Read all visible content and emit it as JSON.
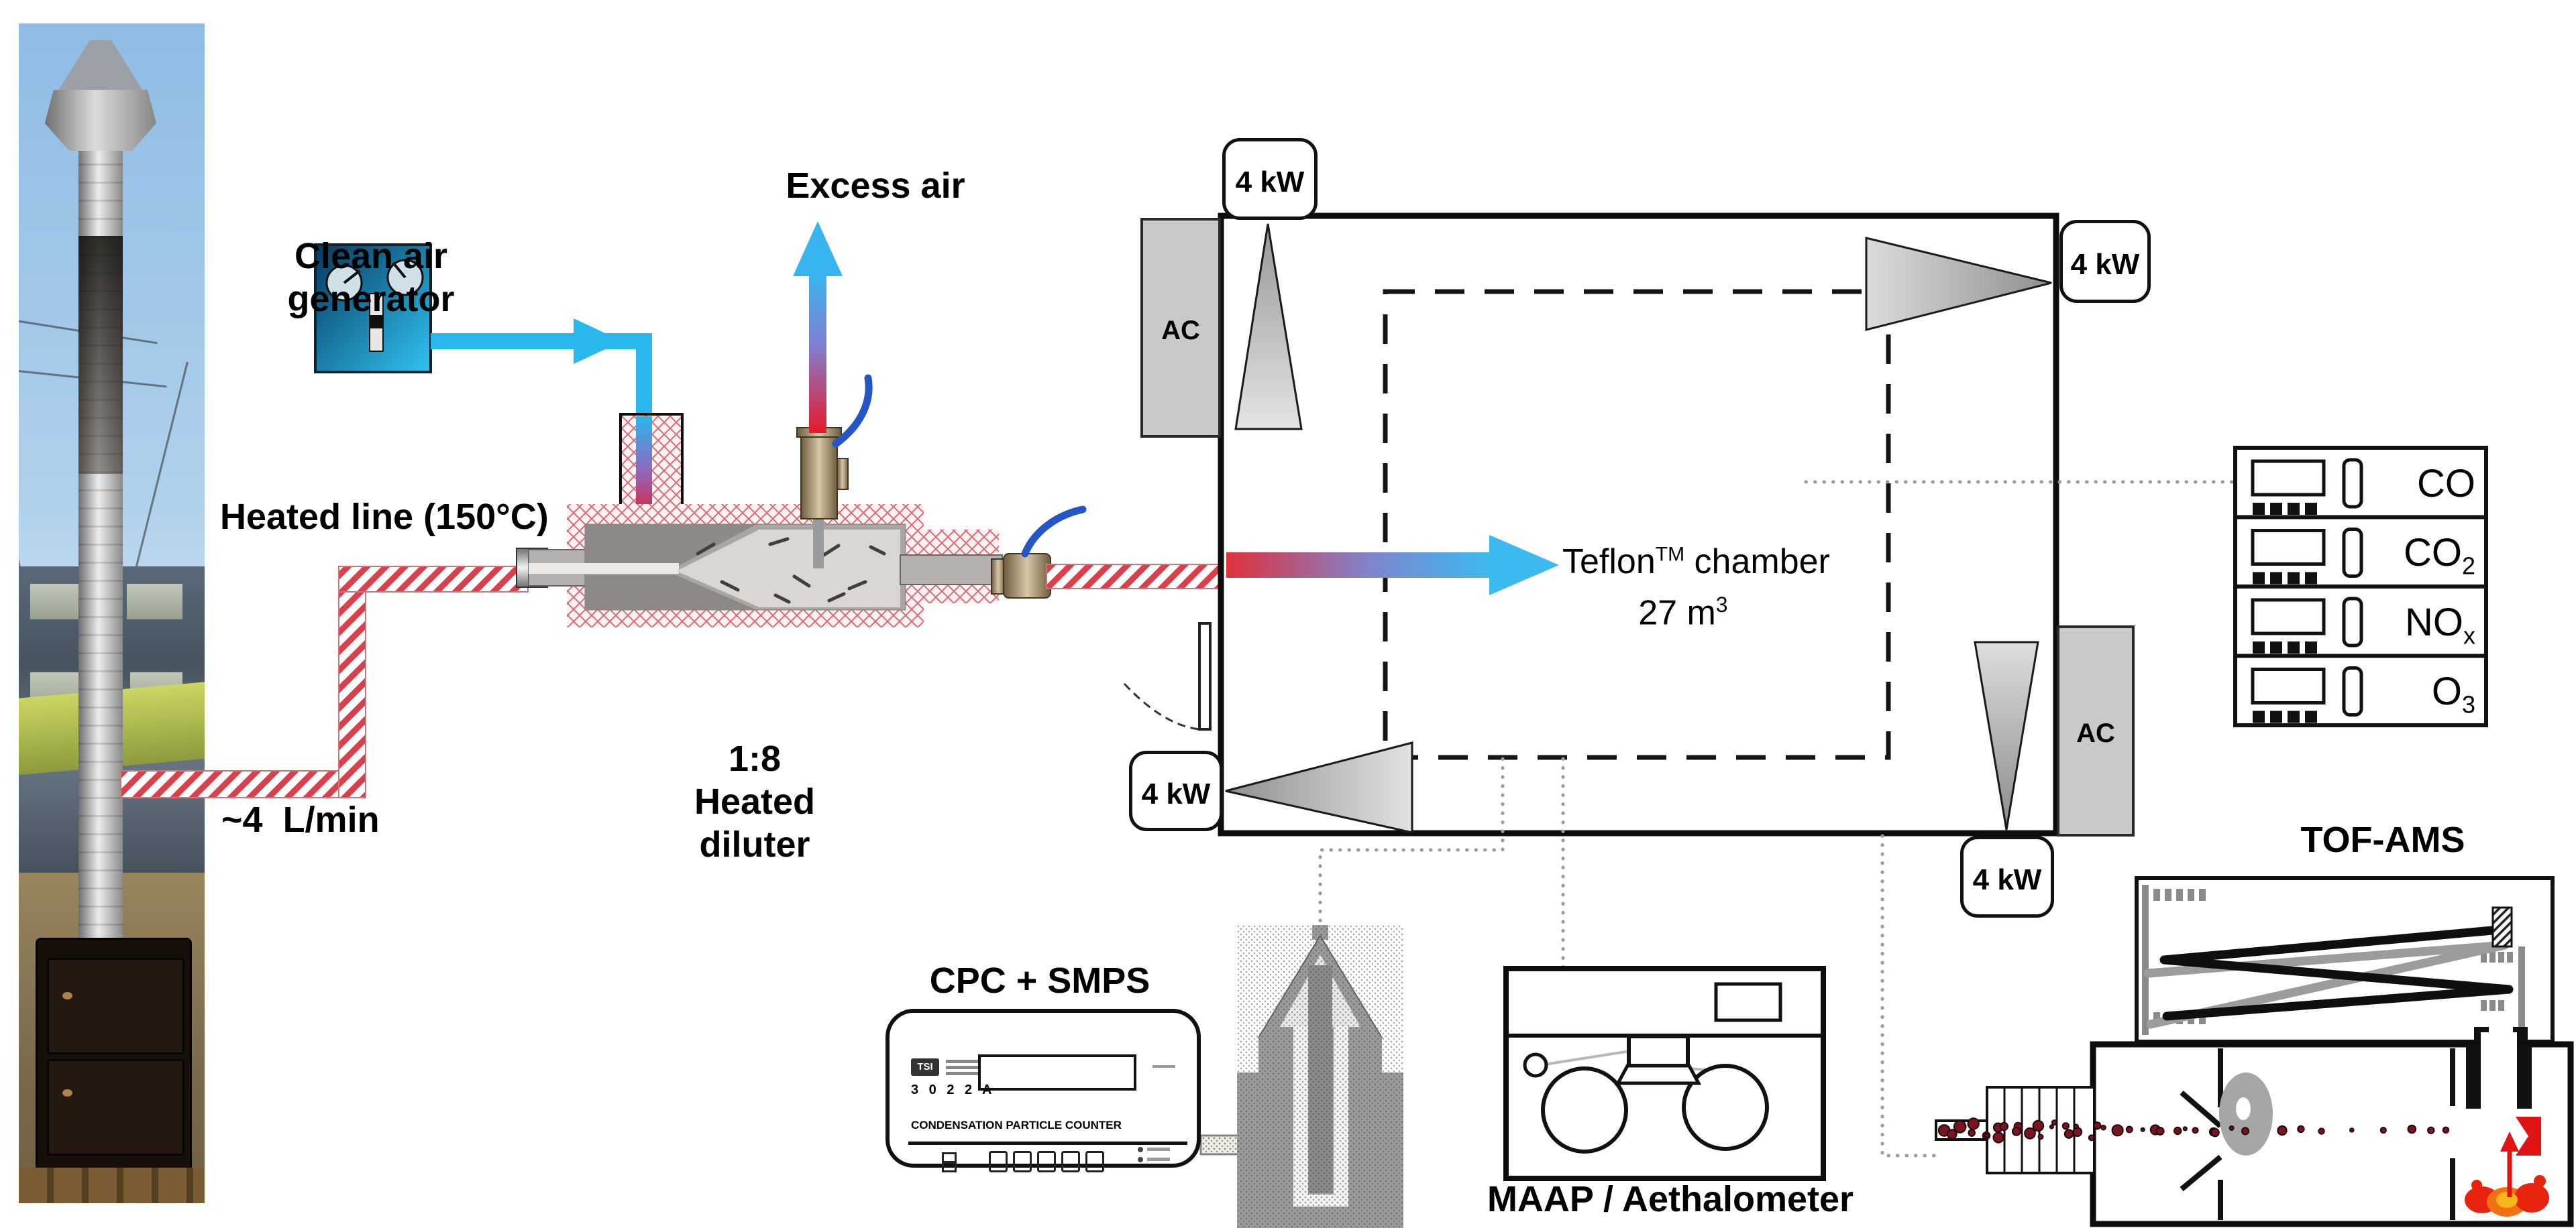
{
  "labels": {
    "clean_air": {
      "l1": "Clean air",
      "l2": "generator"
    },
    "excess_air": "Excess air",
    "heated_line": "Heated line (150°C)",
    "flow_rate": "~4  L/min",
    "diluter": {
      "l1": "1:8",
      "l2": "Heated",
      "l3": "diluter"
    },
    "chamber": {
      "t1": "Teflon",
      "tm": "TM",
      "t2": " chamber",
      "vol": "27 m",
      "vol_exp": "3"
    },
    "power": "4 kW",
    "ac": "AC",
    "tof": "TOF-AMS",
    "cpc": "CPC + SMPS",
    "maap": "MAAP / Aethalometer"
  },
  "analyzers": [
    {
      "main": "CO",
      "sub": ""
    },
    {
      "main": "CO",
      "sub": "2"
    },
    {
      "main": "NO",
      "sub": "x"
    },
    {
      "main": "O",
      "sub": "3"
    }
  ],
  "cpc_panel": {
    "brand": "TSI",
    "model": "3 0 2 2 A",
    "caption": "CONDENSATION PARTICLE COUNTER"
  },
  "colors": {
    "pipe_blue": "#2ab7ec",
    "hot_red": "#ed1c24",
    "valve_handle_blue": "#2456c4",
    "insulation_hatch": "#d96b74",
    "gray_box": "#c9c9c9"
  }
}
